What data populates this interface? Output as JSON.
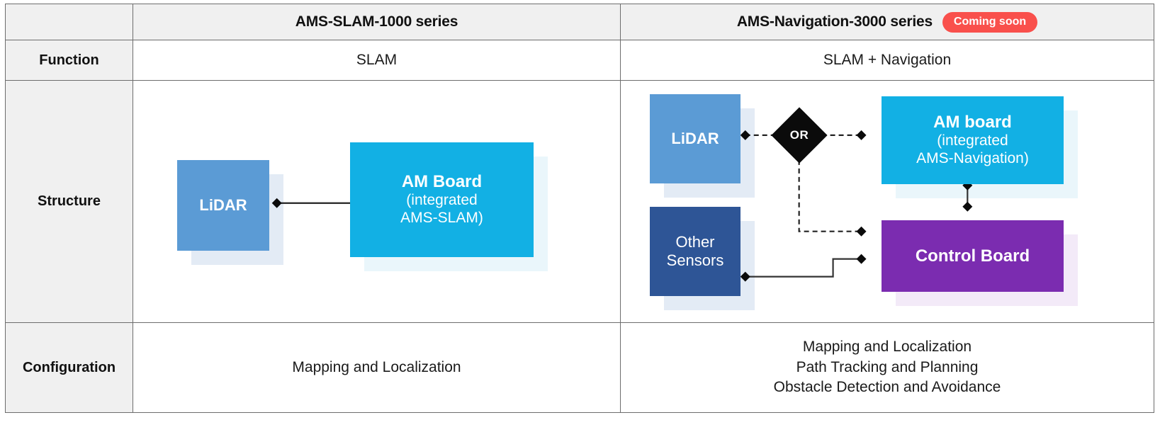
{
  "table": {
    "columns": [
      {
        "key": "label",
        "label": ""
      },
      {
        "key": "slam1000",
        "label": "AMS-SLAM-1000 series",
        "badge": null
      },
      {
        "key": "nav3000",
        "label": "AMS-Navigation-3000 series",
        "badge": "Coming soon"
      }
    ],
    "rows": [
      {
        "label": "Function",
        "left": "SLAM",
        "right": "SLAM + Navigation"
      },
      {
        "label": "Structure",
        "left": "diagram-slam",
        "right": "diagram-navigation"
      },
      {
        "label": "Configuration",
        "left_lines": [
          "Mapping and Localization"
        ],
        "right_lines": [
          "Mapping and Localization",
          "Path Tracking and Planning",
          "Obstacle Detection and Avoidance"
        ]
      }
    ]
  },
  "diagram_left": {
    "nodes": [
      {
        "id": "lidar",
        "title": "LiDAR",
        "sub": null,
        "color": "#5b9bd5"
      },
      {
        "id": "am_board",
        "title": "AM Board",
        "sub": "(integrated\nAMS-SLAM)",
        "sub_line1": "(integrated",
        "sub_line2": "AMS-SLAM)",
        "color": "#12b0e4"
      }
    ],
    "connectors": [
      {
        "from": "lidar",
        "to": "am_board",
        "style": "solid",
        "endpoints": "diamond"
      }
    ]
  },
  "diagram_right": {
    "nodes": [
      {
        "id": "lidar",
        "title": "LiDAR",
        "sub": null,
        "color": "#5b9bd5"
      },
      {
        "id": "other_sensors",
        "title_line1": "Other",
        "title_line2": "Sensors",
        "color": "#2e5596"
      },
      {
        "id": "am_board",
        "title": "AM board",
        "sub_line1": "(integrated",
        "sub_line2": "AMS-Navigation)",
        "color": "#12b0e4"
      },
      {
        "id": "control_board",
        "title": "Control Board",
        "color": "#7b2cb0"
      }
    ],
    "gate": {
      "id": "or_gate",
      "label": "OR",
      "color": "#0b0b0b"
    },
    "connectors": [
      {
        "from": "lidar",
        "to": "or_gate",
        "style": "dashed",
        "endpoints": "diamond"
      },
      {
        "from": "or_gate",
        "to": "am_board",
        "style": "dashed",
        "endpoints": "diamond"
      },
      {
        "from": "or_gate",
        "to": "control_board",
        "style": "dashed",
        "endpoints": "diamond"
      },
      {
        "from": "other_sensors",
        "to": "control_board",
        "style": "solid",
        "endpoints": "diamond"
      },
      {
        "from": "am_board",
        "to": "control_board",
        "style": "solid",
        "endpoints": "diamond"
      }
    ]
  },
  "colors": {
    "lidar_blue": "#5b9bd5",
    "sensors_navy": "#2e5596",
    "board_cyan": "#12b0e4",
    "control_purple": "#7b2cb0",
    "badge_red": "#f9504c",
    "shadow_blue": "#e3ebf5",
    "shadow_cyan": "#eaf6fb",
    "shadow_purple": "#f3eaf8",
    "header_gray": "#f0f0f0",
    "border_gray": "#6d6d6d"
  }
}
